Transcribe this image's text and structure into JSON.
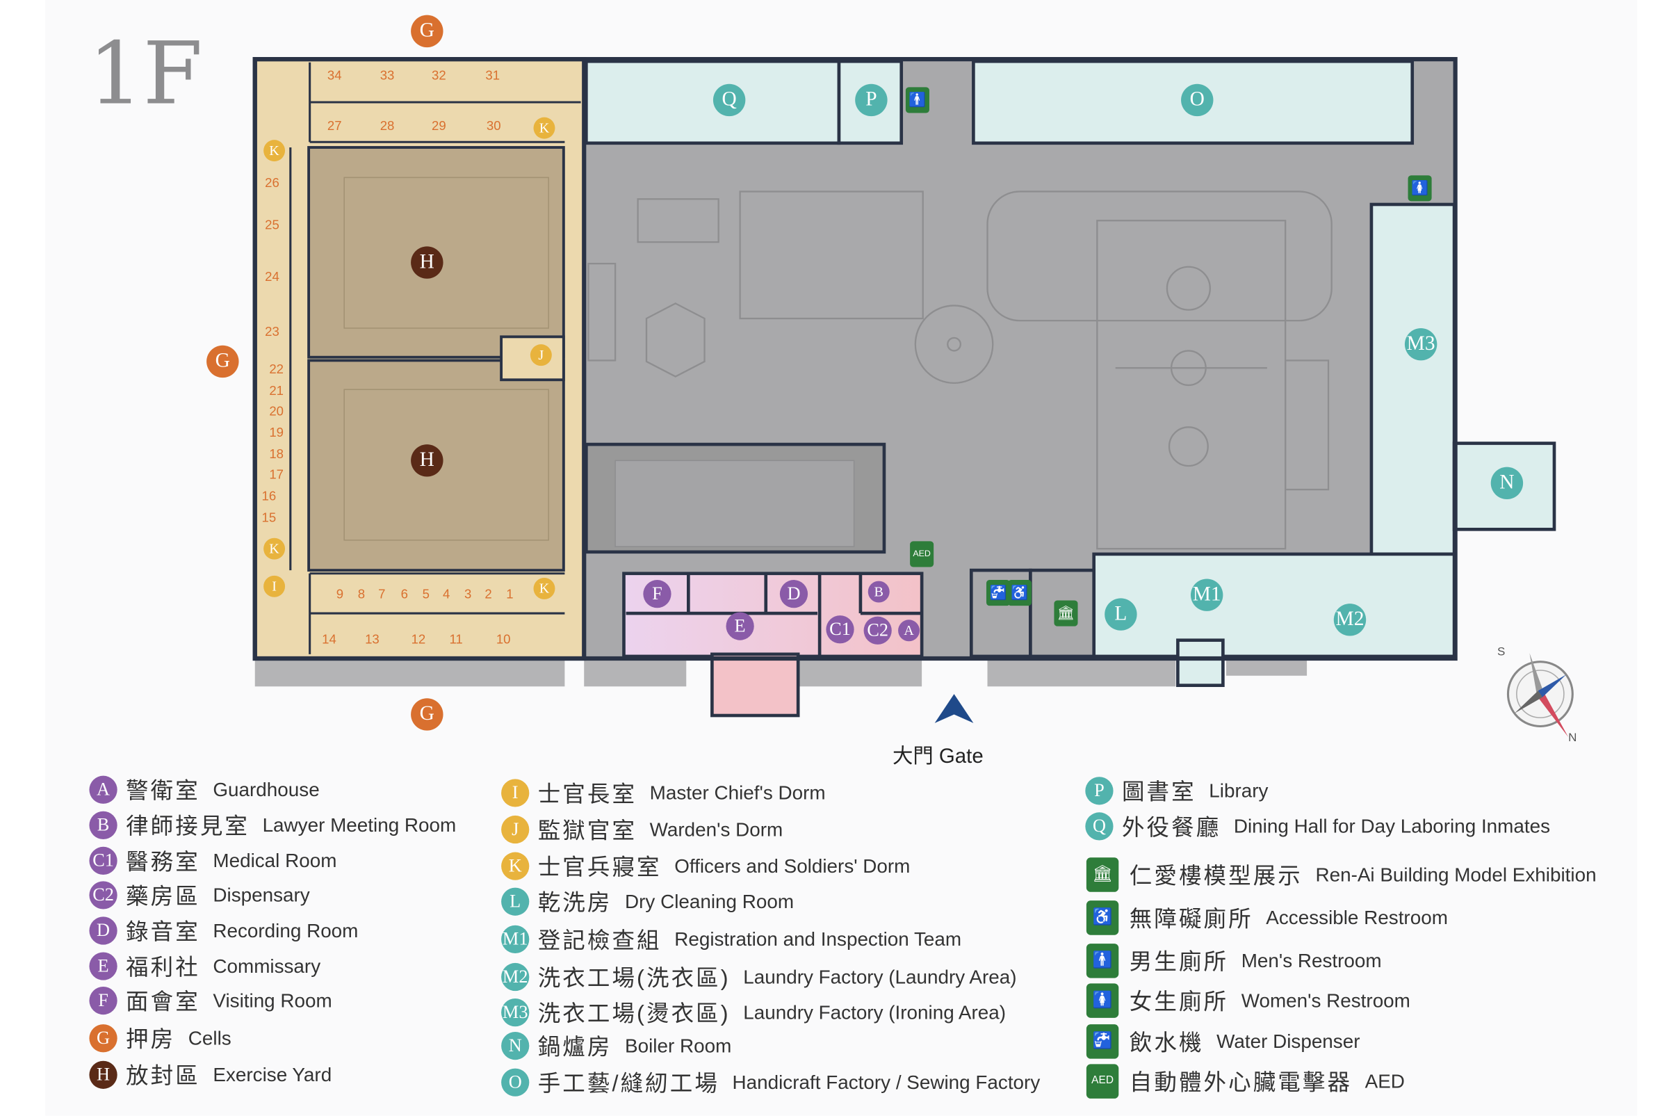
{
  "floor_label": "1F",
  "gate_label": "大門 Gate",
  "colors": {
    "purple": "#8a5ba8",
    "yellow": "#e8b33d",
    "teal": "#52b3ad",
    "orange": "#d9702f",
    "brown": "#5a2a17",
    "green": "#2e7d3a"
  },
  "cells": [
    "34",
    "33",
    "32",
    "31",
    "27",
    "28",
    "29",
    "30",
    "26",
    "25",
    "24",
    "23",
    "22",
    "21",
    "20",
    "19",
    "18",
    "17",
    "16",
    "15",
    "9",
    "8",
    "7",
    "6",
    "5",
    "4",
    "3",
    "2",
    "1",
    "14",
    "13",
    "12",
    "11",
    "10"
  ],
  "map_markers": {
    "G": "G",
    "H": "H",
    "I": "I",
    "J": "J",
    "K": "K",
    "A": "A",
    "B": "B",
    "C1": "C1",
    "C2": "C2",
    "D": "D",
    "E": "E",
    "F": "F",
    "L": "L",
    "M1": "M1",
    "M2": "M2",
    "M3": "M3",
    "N": "N",
    "O": "O",
    "P": "P",
    "Q": "Q",
    "AED": "AED"
  },
  "legend": {
    "col1": [
      {
        "key": "A",
        "zh": "警衛室",
        "en": "Guardhouse",
        "color": "purple"
      },
      {
        "key": "B",
        "zh": "律師接見室",
        "en": "Lawyer Meeting Room",
        "color": "purple"
      },
      {
        "key": "C1",
        "zh": "醫務室",
        "en": "Medical Room",
        "color": "purple"
      },
      {
        "key": "C2",
        "zh": "藥房區",
        "en": "Dispensary",
        "color": "purple"
      },
      {
        "key": "D",
        "zh": "錄音室",
        "en": "Recording Room",
        "color": "purple"
      },
      {
        "key": "E",
        "zh": "福利社",
        "en": "Commissary",
        "color": "purple"
      },
      {
        "key": "F",
        "zh": "面會室",
        "en": "Visiting Room",
        "color": "purple"
      },
      {
        "key": "G",
        "zh": "押房",
        "en": "Cells",
        "color": "orange"
      },
      {
        "key": "H",
        "zh": "放封區",
        "en": "Exercise Yard",
        "color": "brown"
      }
    ],
    "col2": [
      {
        "key": "I",
        "zh": "士官長室",
        "en": "Master Chief's Dorm",
        "color": "yellow"
      },
      {
        "key": "J",
        "zh": "監獄官室",
        "en": "Warden's Dorm",
        "color": "yellow"
      },
      {
        "key": "K",
        "zh": "士官兵寢室",
        "en": "Officers and Soldiers' Dorm",
        "color": "yellow"
      },
      {
        "key": "L",
        "zh": "乾洗房",
        "en": "Dry Cleaning Room",
        "color": "teal"
      },
      {
        "key": "M1",
        "zh": "登記檢查組",
        "en": "Registration and Inspection Team",
        "color": "teal"
      },
      {
        "key": "M2",
        "zh": "洗衣工場(洗衣區)",
        "en": "Laundry Factory (Laundry Area)",
        "color": "teal"
      },
      {
        "key": "M3",
        "zh": "洗衣工場(燙衣區)",
        "en": "Laundry Factory (Ironing Area)",
        "color": "teal"
      },
      {
        "key": "N",
        "zh": "鍋爐房",
        "en": "Boiler Room",
        "color": "teal"
      },
      {
        "key": "O",
        "zh": "手工藝/縫紉工場",
        "en": "Handicraft Factory / Sewing Factory",
        "color": "teal"
      }
    ],
    "col3": [
      {
        "key": "P",
        "zh": "圖書室",
        "en": "Library",
        "color": "teal"
      },
      {
        "key": "Q",
        "zh": "外役餐廳",
        "en": "Dining Hall for Day Laboring Inmates",
        "color": "teal"
      }
    ],
    "icons": [
      {
        "icon": "museum-icon",
        "glyph": "🏛",
        "zh": "仁愛樓模型展示",
        "en": "Ren-Ai Building Model Exhibition"
      },
      {
        "icon": "accessible-restroom-icon",
        "glyph": "♿",
        "zh": "無障礙廁所",
        "en": "Accessible Restroom"
      },
      {
        "icon": "mens-restroom-icon",
        "glyph": "🚹",
        "zh": "男生廁所",
        "en": "Men's Restroom"
      },
      {
        "icon": "womens-restroom-icon",
        "glyph": "🚺",
        "zh": "女生廁所",
        "en": "Women's Restroom"
      },
      {
        "icon": "water-dispenser-icon",
        "glyph": "🚰",
        "zh": "飲水機",
        "en": "Water Dispenser"
      },
      {
        "icon": "aed-icon",
        "glyph": "AED",
        "zh": "自動體外心臟電擊器",
        "en": "AED"
      }
    ]
  }
}
